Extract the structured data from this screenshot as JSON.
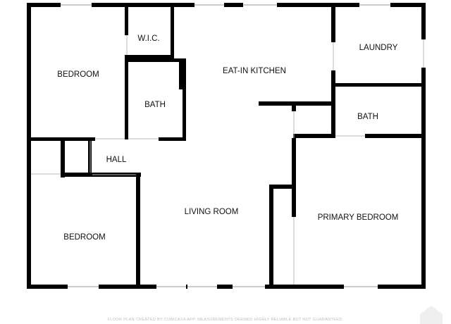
{
  "rooms": {
    "bedroom_nw": "BEDROOM",
    "wic": "W.I.C.",
    "bath_center": "BATH",
    "kitchen": "EAT-IN KITCHEN",
    "laundry": "LAUNDRY",
    "bath_east": "BATH",
    "hall": "HALL",
    "living": "LIVING ROOM",
    "primary": "PRIMARY BEDROOM",
    "bedroom_sw": "BEDROOM"
  },
  "footer": {
    "disclaimer": "FLOOR PLAN CREATED BY CUBICASA APP. MEASUREMENTS DEEMED HIGHLY RELIABLE BUT NOT GUARANTEED."
  },
  "colors": {
    "wall": "#000000",
    "background": "#ffffff",
    "label": "#111111",
    "footer_text": "#bdbdbd"
  }
}
